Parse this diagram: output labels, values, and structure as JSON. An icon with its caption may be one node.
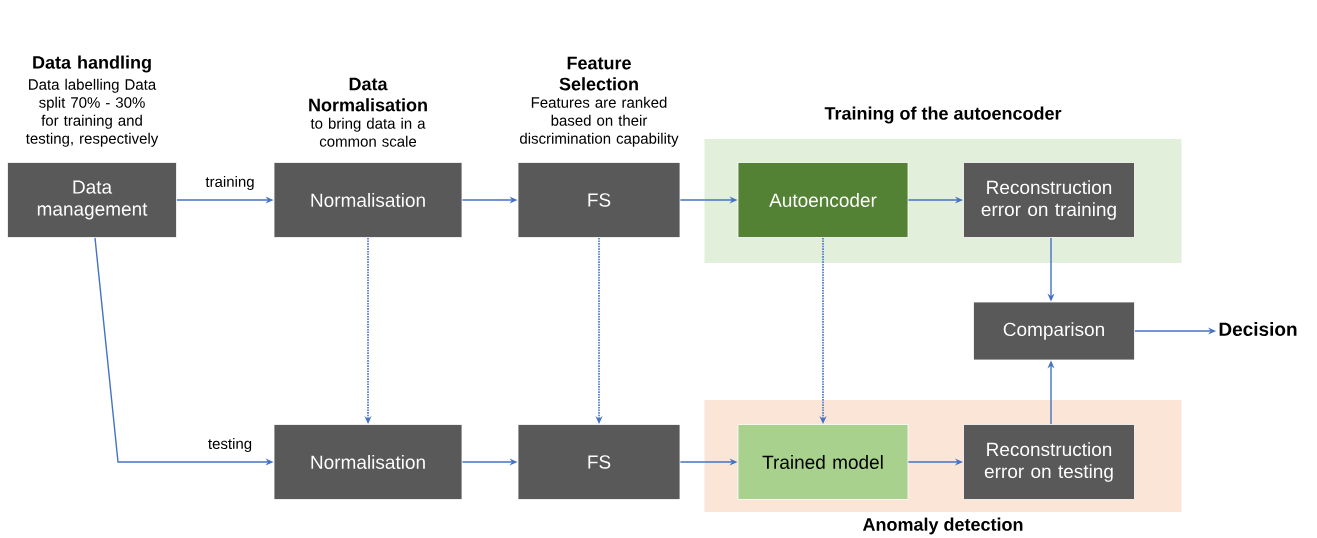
{
  "diagram": {
    "nodes": [
      {
        "text": [
          "Data management"
        ],
        "beside": [
          "Data handling",
          "Data labelling Data split 70% - 30% for training and testing, respectively"
        ]
      },
      {
        "text": [
          "Normalisation"
        ],
        "beside": [
          "Data Normalisation",
          "to bring data in a common scale"
        ]
      },
      {
        "text": [
          "FS"
        ],
        "beside": [
          "Feature Selection",
          "Features are ranked based on their discrimination capability"
        ]
      },
      {
        "text": [
          "Training of the autoencoder"
        ]
      },
      {
        "text": [
          "Autoencoder"
        ],
        "in": 3
      },
      {
        "text": [
          "Reconstruction error on training"
        ],
        "in": 3
      },
      {
        "text": [
          "Comparison"
        ]
      },
      {
        "text": [
          "Decision"
        ]
      },
      {
        "text": [
          "Normalisation"
        ]
      },
      {
        "text": [
          "FS"
        ]
      },
      {
        "text": [
          "Anomaly detection"
        ]
      },
      {
        "text": [
          "Trained model"
        ],
        "in": 10
      },
      {
        "text": [
          "Reconstruction error on testing"
        ],
        "in": 10
      }
    ],
    "edges": [
      {
        "from": 0,
        "to": 1,
        "arrow": "to",
        "label": "training"
      },
      {
        "from": 0,
        "to": 8,
        "arrow": "to",
        "label": "testing"
      },
      {
        "from": 1,
        "to": 2,
        "arrow": "to"
      },
      {
        "from": 2,
        "to": 4,
        "arrow": "to"
      },
      {
        "from": 4,
        "to": 5,
        "arrow": "to"
      },
      {
        "from": 5,
        "to": 6,
        "arrow": "to"
      },
      {
        "from": 6,
        "to": 7,
        "arrow": "to"
      },
      {
        "from": 1,
        "to": 8,
        "arrow": "to",
        "style": "dashed"
      },
      {
        "from": 2,
        "to": 9,
        "arrow": "to",
        "style": "dashed"
      },
      {
        "from": 4,
        "to": 11,
        "arrow": "to",
        "style": "dashed"
      },
      {
        "from": 8,
        "to": 9,
        "arrow": "to"
      },
      {
        "from": 9,
        "to": 11,
        "arrow": "to"
      },
      {
        "from": 11,
        "to": 12,
        "arrow": "to"
      },
      {
        "from": 12,
        "to": 6,
        "arrow": "to"
      }
    ]
  }
}
